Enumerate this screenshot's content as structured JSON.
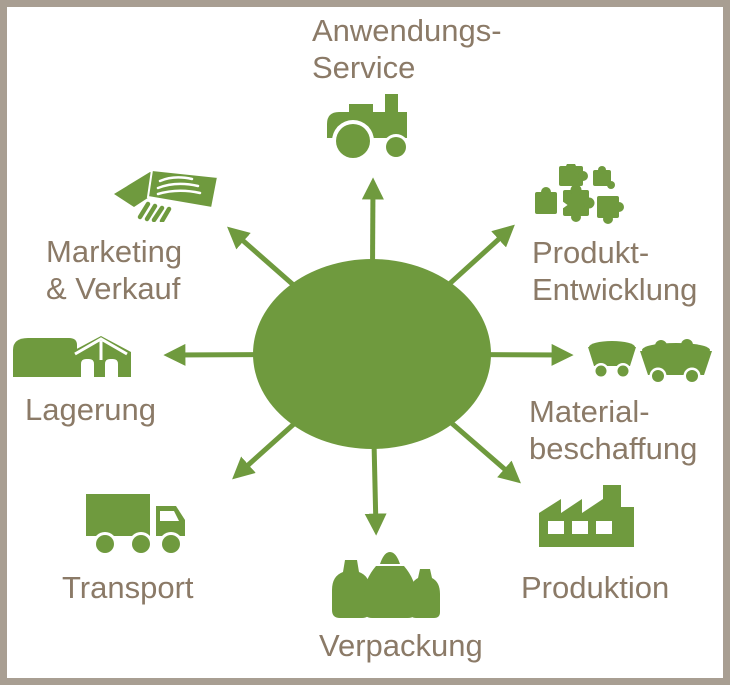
{
  "diagram": {
    "type": "hub-and-spoke",
    "hub": {
      "shape": "ellipse",
      "label": "",
      "arrow_count": 8
    },
    "colors": {
      "accent_green": "#6f9a3e",
      "label_text": "#8b7a67",
      "frame_border": "#a89e92",
      "background": "#ffffff"
    },
    "nodes": [
      {
        "id": "anwendungs-service",
        "icon": "tractor-icon",
        "position": "top",
        "label_lines": [
          "Anwendungs-",
          "Service"
        ]
      },
      {
        "id": "marketing-verkauf",
        "icon": "handshake-icon",
        "position": "top-left",
        "label_lines": [
          "Marketing",
          "& Verkauf"
        ]
      },
      {
        "id": "produkt-entwicklung",
        "icon": "puzzle-pieces-icon",
        "position": "top-right",
        "label_lines": [
          "Produkt-",
          "Entwicklung"
        ]
      },
      {
        "id": "lagerung",
        "icon": "barn-icon",
        "position": "left",
        "label_lines": [
          "Lagerung"
        ]
      },
      {
        "id": "materialbeschaffung",
        "icon": "harvest-wagons-icon",
        "position": "right",
        "label_lines": [
          "Material-",
          "beschaffung"
        ]
      },
      {
        "id": "transport",
        "icon": "truck-icon",
        "position": "bottom-left",
        "label_lines": [
          "Transport"
        ]
      },
      {
        "id": "produktion",
        "icon": "factory-icon",
        "position": "bottom-right",
        "label_lines": [
          "Produktion"
        ]
      },
      {
        "id": "verpackung",
        "icon": "sacks-icon",
        "position": "bottom",
        "label_lines": [
          "Verpackung"
        ]
      }
    ]
  }
}
